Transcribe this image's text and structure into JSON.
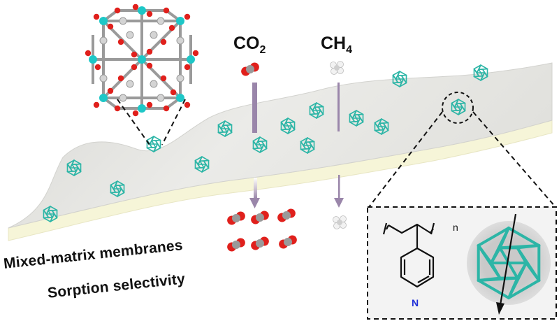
{
  "labels": {
    "co2": "CO",
    "co2_sub": "2",
    "ch4": "CH",
    "ch4_sub": "4",
    "mixed_matrix": "Mixed-matrix membranes",
    "sorption": "Sorption selectivity",
    "nitrogen": "N",
    "repeat_n": "n"
  },
  "colors": {
    "membrane_top": "#e4e4e0",
    "membrane_edge": "#f6f5d8",
    "cluster": "#2cb5a6",
    "arrow": "#9a86aa",
    "oxygen": "#e0201c",
    "carbon": "#9a9a9a",
    "hydrogen": "#f2f2f2",
    "nitrogen": "#1f2fd8",
    "zirconium": "#1ec7c7"
  }
}
